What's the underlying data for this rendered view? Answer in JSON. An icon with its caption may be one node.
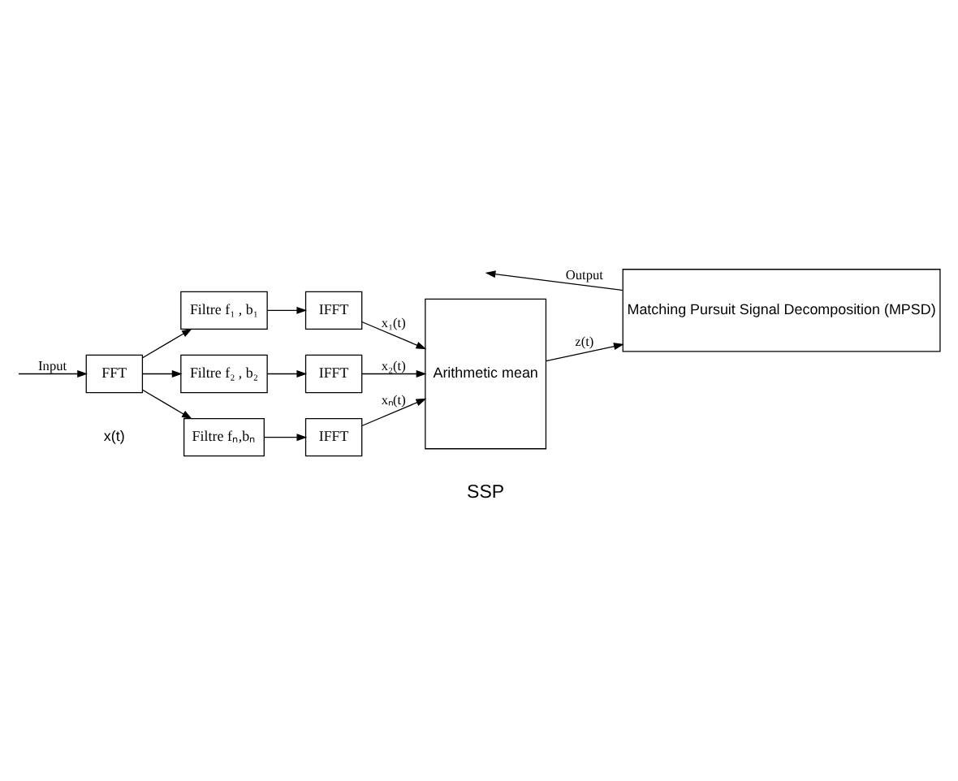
{
  "diagram": {
    "nodes": [
      {
        "text": [
          "FFT"
        ]
      },
      {
        "text": [
          "Filtre f₁ , b₁"
        ]
      },
      {
        "text": [
          "Filtre f₂ , b₂"
        ]
      },
      {
        "text": [
          "Filtre fₙ,bₙ"
        ]
      },
      {
        "text": [
          "IFFT"
        ]
      },
      {
        "text": [
          "IFFT"
        ]
      },
      {
        "text": [
          "IFFT"
        ]
      },
      {
        "text": [
          "Arithmetic mean"
        ]
      },
      {
        "text": [
          "Matching Pursuit Signal Decomposition (MPSD)"
        ]
      }
    ],
    "edges": [
      {
        "from": null,
        "to": 0,
        "arrow": "to",
        "label": "Input"
      },
      {
        "from": 0,
        "to": 1,
        "arrow": "to"
      },
      {
        "from": 0,
        "to": 2,
        "arrow": "to"
      },
      {
        "from": 0,
        "to": 3,
        "arrow": "to"
      },
      {
        "from": 1,
        "to": 4,
        "arrow": "to"
      },
      {
        "from": 2,
        "to": 5,
        "arrow": "to"
      },
      {
        "from": 3,
        "to": 6,
        "arrow": "to"
      },
      {
        "from": 4,
        "to": 7,
        "arrow": "to",
        "label": "x₁(t)"
      },
      {
        "from": 5,
        "to": 7,
        "arrow": "to",
        "label": "x₂(t)"
      },
      {
        "from": 6,
        "to": 7,
        "arrow": "to",
        "label": "xₙ(t)"
      },
      {
        "from": 7,
        "to": 8,
        "arrow": "to",
        "label": "z(t)"
      },
      {
        "from": 8,
        "to": null,
        "arrow": "to",
        "label": "Output"
      }
    ],
    "labels": [
      "SSP",
      "x(t)"
    ]
  }
}
